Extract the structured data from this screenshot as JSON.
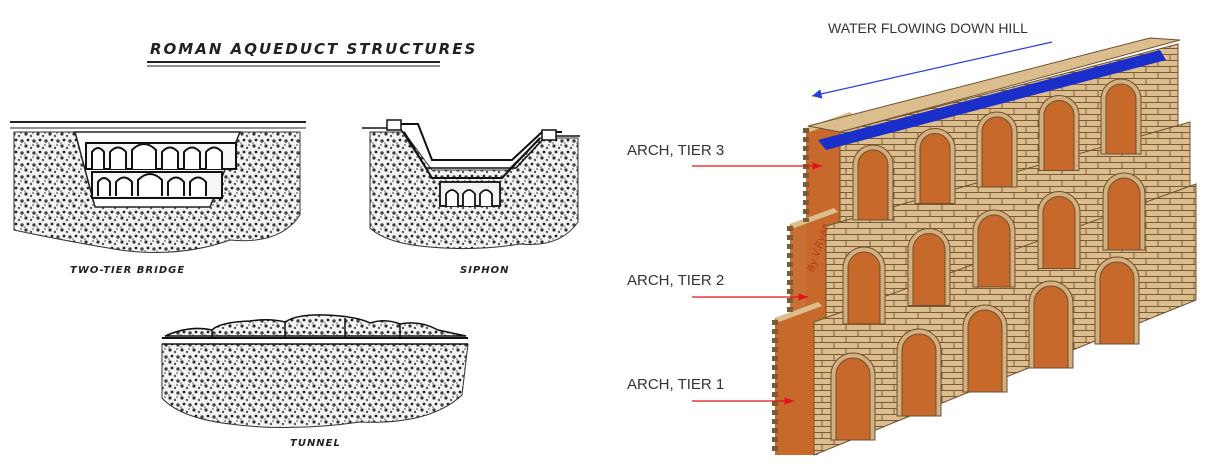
{
  "left_panel": {
    "title": "ROMAN AQUEDUCT STRUCTURES",
    "labels": {
      "bridge": "TWO-TIER BRIDGE",
      "siphon": "SIPHON",
      "tunnel": "TUNNEL"
    }
  },
  "right_panel": {
    "flow_label": "WATER FLOWING DOWN HILL",
    "tiers": [
      "ARCH, TIER 3",
      "ARCH, TIER 2",
      "ARCH, TIER 1"
    ],
    "signature": "By V.Ryan",
    "colors": {
      "brick": "#d9b98a",
      "mortar": "#8a6a44",
      "inner": "#c6692a",
      "water": "#1a2fc9",
      "pointer": "#e0141a",
      "flow_arrow": "#2a3ee0"
    }
  }
}
